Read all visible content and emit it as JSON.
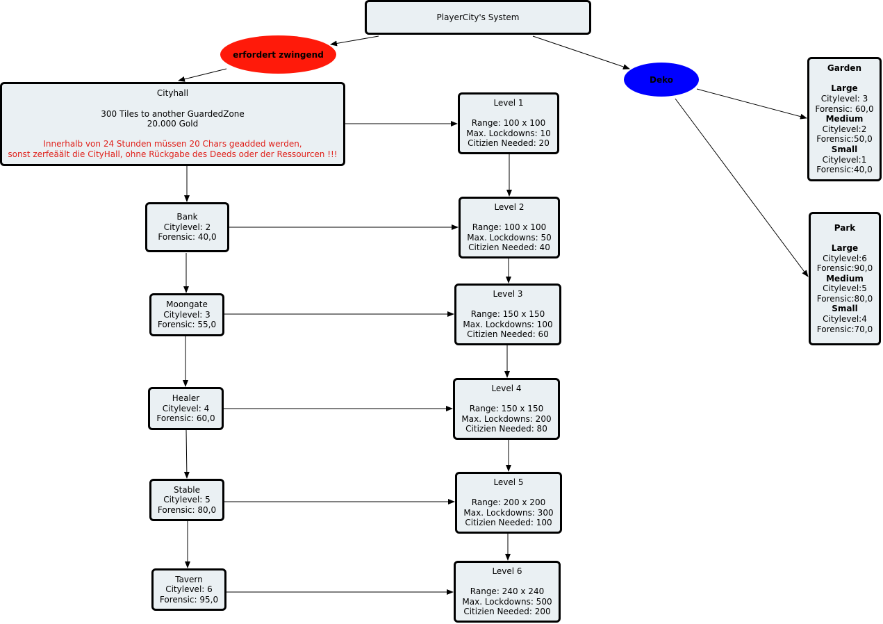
{
  "root": {
    "title": "PlayerCity's System"
  },
  "required": {
    "label": "erfordert zwingend"
  },
  "deko": {
    "label": "Deko"
  },
  "cityhall": {
    "title": "Cityhall",
    "tiles": "300 Tiles to another GuardedZone",
    "gold": "20.000 Gold",
    "warning_1": "Innerhalb von 24 Stunden müssen 20 Chars geadded werden,",
    "warning_2": "sonst zerfeäält die CityHall, ohne Rückgabe des Deeds oder der Ressourcen !!!"
  },
  "buildings": [
    {
      "name": "Bank",
      "citylevel": "Citylevel: 2",
      "forensic": "Forensic: 40,0"
    },
    {
      "name": "Moongate",
      "citylevel": "Citylevel: 3",
      "forensic": "Forensic: 55,0"
    },
    {
      "name": "Healer",
      "citylevel": "Citylevel: 4",
      "forensic": "Forensic: 60,0"
    },
    {
      "name": "Stable",
      "citylevel": "Citylevel: 5",
      "forensic": "Forensic: 80,0"
    },
    {
      "name": "Tavern",
      "citylevel": "Citylevel: 6",
      "forensic": "Forensic: 95,0"
    }
  ],
  "levels": [
    {
      "title": "Level 1",
      "range": "Range: 100 x 100",
      "lockdowns": "Max. Lockdowns: 10",
      "citizens": "Citizien Needed: 20"
    },
    {
      "title": "Level 2",
      "range": "Range: 100 x 100",
      "lockdowns": "Max. Lockdowns: 50",
      "citizens": "Citizien Needed: 40"
    },
    {
      "title": "Level 3",
      "range": "Range: 150 x 150",
      "lockdowns": "Max. Lockdowns: 100",
      "citizens": "Citizien Needed: 60"
    },
    {
      "title": "Level 4",
      "range": "Range: 150 x 150",
      "lockdowns": "Max. Lockdowns: 200",
      "citizens": "Citizien Needed: 80"
    },
    {
      "title": "Level 5",
      "range": "Range: 200 x 200",
      "lockdowns": "Max. Lockdowns: 300",
      "citizens": "Citizien Needed: 100"
    },
    {
      "title": "Level 6",
      "range": "Range: 240 x 240",
      "lockdowns": "Max. Lockdowns: 500",
      "citizens": "Citizien Needed: 200"
    }
  ],
  "garden": {
    "title": "Garden",
    "large": "Large",
    "large_level": "Citylevel: 3",
    "large_forensic": "Forensic: 60,0",
    "medium": "Medium",
    "medium_level": "Citylevel:2",
    "medium_forensic": "Forensic:50,0",
    "small": "Small",
    "small_level": "Citylevel:1",
    "small_forensic": "Forensic:40,0"
  },
  "park": {
    "title": "Park",
    "large": "Large",
    "large_level": "Citylevel:6",
    "large_forensic": "Forensic:90,0",
    "medium": "Medium",
    "medium_level": "Citylevel:5",
    "medium_forensic": "Forensic:80,0",
    "small": "Small",
    "small_level": "Citylevel:4",
    "small_forensic": "Forensic:70,0"
  },
  "colors": {
    "node_fill": "#eaf0f3",
    "node_border": "#000000",
    "required_fill": "#ff1a0a",
    "deko_fill": "#0000ff",
    "warning_text": "#e0201a"
  }
}
